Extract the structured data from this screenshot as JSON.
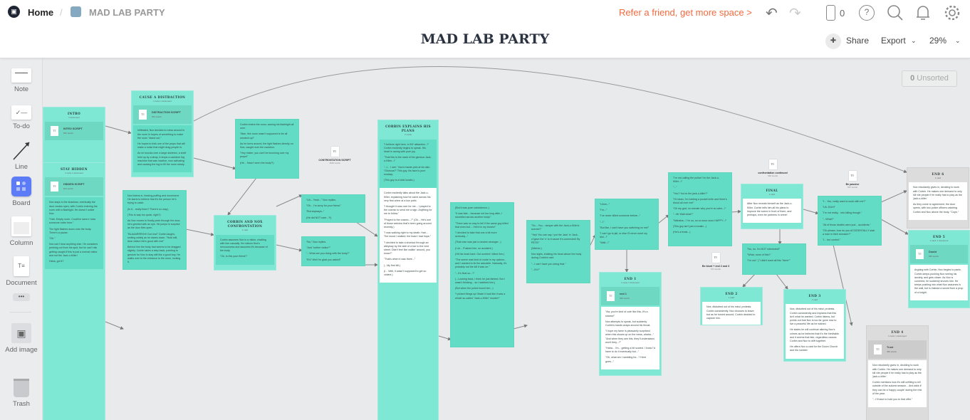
{
  "header": {
    "home": "Home",
    "separator": "/",
    "board": "MAD LAB PARTY",
    "title": "MAD LAB PARTY",
    "refer": "Refer a friend, get more space >",
    "device_count": "0",
    "share": "Share",
    "export": "Export",
    "zoom": "29%"
  },
  "sidebar": [
    {
      "label": "Note",
      "icon": "note-icon"
    },
    {
      "label": "To-do",
      "icon": "todo-icon"
    },
    {
      "label": "Line",
      "icon": "line-icon"
    },
    {
      "label": "Board",
      "icon": "board-icon"
    },
    {
      "label": "Column",
      "icon": "column-icon"
    },
    {
      "label": "Document",
      "icon": "document-icon"
    },
    {
      "label": "Add image",
      "icon": "image-icon"
    },
    {
      "label": "Trash",
      "icon": "trash-icon"
    }
  ],
  "unsorted": {
    "count": "0",
    "label": "Unsorted"
  },
  "colors": {
    "column": "#7ee8d5",
    "note": "#62dcc4",
    "accent": "#f26a3d",
    "board": "#5b7cf6"
  },
  "cards": [
    {
      "id": "intro",
      "type": "col",
      "title": "INTRO",
      "sub": "1 document",
      "doc": {
        "title": "INTRO SCRIPT",
        "meta": "832 words"
      }
    },
    {
      "id": "distraction",
      "type": "col",
      "title": "CAUSE A DISTRACTION",
      "sub": "1 card, 1 document",
      "doc": {
        "title": "DISTRACTION SCRIPT",
        "meta": "622 words"
      },
      "notes": [
        [
          "Infiltrated, Nox decides to mess around in the room in hopes of something to make the room \"stand out.\"",
          "He hopes to trick one of the props that will make a noise that might drag people in.",
          "As he knocks over a large skeleton, a shelf held up by a strap, it drops a cauldron fog machine that was inactive, now activating and causing the fog to fill the room slowly."
        ]
      ]
    },
    {
      "id": "hidden",
      "type": "col",
      "title": "STAY HIDDEN",
      "sub": "1 card, 1 document",
      "doc": {
        "title": "HIDDEN SCRIPT",
        "meta": "621 words"
      },
      "notes": [
        [
          "Nox stays in the shadows, eventually the door creaks open, with Corbin entering the room with a flashlight. He doesn't notice Nox.",
          "\"Hah. Empty room. Could've sworn I saw someone order here.\"",
          "The light flashes down onto the body. There's a pause.",
          "\"Oh.\"",
          "Nox can't hear anything else. He considers peeking out from his spot, but he can't risk getting caught if this is just a normal visitor and not the Jack-o-Killer!",
          "Haha, got it?"
        ]
      ]
    },
    {
      "id": "corbin-enters",
      "type": "note",
      "paras": [
        "Corbin enters the room, waving his flashlight all over.",
        "\"Man, this room wasn't supposed to be all smoked up!\"",
        "As he turns around, the light flashes directly on Nox, caught over the cauldron.",
        "\"Hey mister, you can't be knocking over my props!\"",
        "(He... Hasn't seen the body?!)"
      ]
    },
    {
      "id": "nox-listens",
      "type": "note",
      "paras": [
        "Nox listens in, hearing puffing and movement. He starts to believe that it's the person he's trying to catch.",
        "(Is it... really them? There's no way.)",
        "(This is way too quick, right?)",
        "As Nox moves to finally peek through the door, he's greeted with an eye. He jumps in surprise as the door flies open.",
        "\"BLAAARRRGH! Got cha!\" Corbin laughs, smiling widely as he stares down. \"Hold still, dear visitor! All is good with me!\"",
        "Behind him the body had seems to be dragged slightly. Corbin takes a step back, pointing to gesture for Nox to stay still like a good boy. He walks over to the entrance to the room, locking it."
      ]
    },
    {
      "id": "confrontation",
      "type": "col",
      "title": "CORBIN AND NOX CONFRONTATION",
      "sub": "1 card",
      "notes": [
        [
          "Corbin assumes Nox is a visitor, chatting with him casually. He notices Nox's nervousness and assumes it's because of the body.",
          "\"Oh, is this your friend?\""
        ]
      ],
      "dark": true
    },
    {
      "id": "uh-yeah",
      "type": "note",
      "paras": [
        "\"Uh... Yeah...\" Nox replies.",
        "\"Oh... I'm sorry for your friend.\"",
        "\"But anyways--\"",
        "(He did NOT care...?!)"
      ]
    },
    {
      "id": "no",
      "type": "note",
      "paras": [
        "\"No,\" Nox replies.",
        "\"Just \"nother visitor?\"",
        "\"...What are you doing with the body?\"",
        "\"Eh? Well I'm glad you asked!\""
      ]
    },
    {
      "id": "plans",
      "type": "col",
      "title": "CORBIN EXPLAINS HIS PLANS",
      "sub": "2 cards",
      "notes": [
        [
          "\"I believe right here, in MY attraction...!\" Corbin excitedly begins to speak. His heart is racing with pure joy.",
          "\"That this is the mark of the glorious Jack-o-Killer...!\"",
          "\"...I... I see.\" Nox's hands pick at his skin. \"Glorious?\" This guy, his face is pure ecstasy.",
          "(This guy is a total lunatic.)"
        ],
        [
          "Corbin excitedly talks about the Jack-o-Killer, explaining how he came across his very first crime at a low point.",
          "\"I thought it was over for me... I prayed to the cosmic to send me a sign. Anything for me to follow.\"",
          "\"Prayed to the cosmic...?\" (Oh... He's one of those weirdos that's been going around recently.)",
          "\"I was walking right to my death. Hah... The mood I walked, the least I had hope.\"",
          "\"I decided to take a shortcut through an alleyway by the side of a bar to the next street. Didn't feel like walkin' around, you know?\"",
          "\"That's when it was there...\"",
          "(...My first kill.)",
          "(I... Well, it wasn't supposed to get so violent.)"
        ]
      ]
    },
    {
      "id": "coincidence",
      "type": "note",
      "paras": [
        "(But it was pure coincidence..)",
        "\"It was fate... because not too long after, I stumbled across another body!\"",
        "\"There was no way to tell if the same guy killed that even but... I felt it in my bones!\"",
        "\"I decided to take that one a bit more seriously...\"",
        "(That man was just a random stranger...)",
        "(I uh... Pushed him, on accident.)",
        "(Hit his head hard. Got worried I killed him.)",
        "\"The scene was kind of crude in my opinion... and I wanted to fix the adorable. Naturally, it's probably not the kill it was on.\"",
        "\"...It's final so...?\"",
        "(...Looking back, I think he just fainted. But I wasn't thinking... so I stabbed him.)",
        "(But when the police found him...)",
        "\"I picked things up! Made it look like it was a whole so-called \"Jack-o-Killer\" murder!\""
      ]
    },
    {
      "id": "so-you",
      "type": "note",
      "paras": [
        "\"So... You... tamper with the Jack-o-Killer's scenes?\"",
        "\"Yep! You can say I put the Jack' in 'Jack-o'!gave the 'o' to it cause it's connected! By PETE!\"",
        "(Weirdo.)",
        "Nox sighs, shaking his head above the body during Corbin's rant.",
        "\"...I can't have you doing that.\"",
        "\"...Eh?\""
      ]
    },
    {
      "id": "umm",
      "type": "note",
      "paras": [
        "\"Umm...\"",
        "\"I'm...\"",
        "\"I've never killed someone before...\"",
        "\"...I\"",
        "\"But like, I can't have you switching on me!\"",
        "\"I can't go to jail, or else I'll never meet my idol...!\"",
        "\"Wait...!\""
      ]
    },
    {
      "id": "police",
      "type": "note",
      "paras": [
        "\"I'm not calling the police! I'm the Jack-o-Killer...!\"",
        "\"...\"",
        "\"You? You're the jack-o-killer?\"",
        "\"Hi mean, I'm holding a pocket knife and there's blood all over me!\"",
        "\"Oh my god, no wonder why you're so calm...!\"",
        "\"...Mr Wait what?\"",
        "\"Wahaha...! I'm so, so so sooo sooo HAPPY...!\"",
        "(This guy isn't just a lunatic...)",
        "(He's a freak...)"
      ]
    },
    {
      "id": "final",
      "type": "col",
      "title": "FINAL",
      "sub": "1 card",
      "notes": [
        [
          "After Nox reveals himself as the Jack-o-Killer, Corbin tells him all his plans to improve the scene in front of them, and perhaps, even be partners in crime!"
        ]
      ],
      "white": true
    },
    {
      "id": "not-interested",
      "type": "note",
      "paras": [
        "\"No, no. I'm NOT interested!\"",
        "\"What, none of this?\"",
        "\"I'm out.\" (\"I didn't want all this \"fame\"\""
      ]
    },
    {
      "id": "end1",
      "type": "col",
      "title": "END 1",
      "sub": "1 card, 1 document",
      "doc": {
        "title": "end 1",
        "meta": "925 words"
      },
      "notes": [
        [
          "\"Aw, you're kind of cute like this. It's a shame!\"",
          "Nox attempts to speak, but suddenly Corbin's hands wraps around his throat.",
          "\"I hope my fame is pleasantly surprised when this shows up on the news, ahaha...\" \"And when they see this, they'll understand, won't they...?\"",
          "\"Haha... I'm... getting a bit scared. I know I'd have to do it eventually but...\"",
          "\"Oh, what am I rambling for...? Here goes...\""
        ]
      ],
      "white": true
    },
    {
      "id": "end2",
      "type": "col",
      "title": "END 2",
      "sub": "1 card",
      "notes": [
        [
          "Nox, disturbed out of his mind, protests. Corbin consistently. Nox chooses to leave, but as he turned around, Corbin decided to capture him."
        ]
      ],
      "white": true
    },
    {
      "id": "end3",
      "type": "col",
      "title": "END 3",
      "sub": "1 card",
      "notes": [
        [
          "Nox, disturbed out of his mind, protests. Corbin consistently and explains that this isn't what he wanted. Corbin listens, but points out that Nox is too far gone now to live a peaceful life as he wished.",
          "He states he will continue altering Nox's crimes as he believes that it's the inevitable and it seems that fate, regardless causes Corbin and Nox to drift together.",
          "He offers Nox a card for the Doom Church and his number"
        ]
      ],
      "white": true
    },
    {
      "id": "work-with-me",
      "type": "note",
      "paras": [
        "\"I... You, really want to work with me?\"",
        "\"Uh, DUH!\"",
        "\"I'm not really... into killing though.\"",
        "\"...What?\"",
        "\"All of those deaths were just... accidents.\"",
        "\"Oh please, how do you ACCIDENTALLY stab a man in their stomach?\"",
        "\"I... but control.\""
      ]
    },
    {
      "id": "end6",
      "type": "col",
      "title": "END 6",
      "sub": "1 card",
      "notes": [
        [
          "Nox reluctantly gives in, deciding to work with Corbin. He makes one demand to only kill vile people if he really has to play as the 'jack-o-killer.'",
          "As they come to agreement, the door opens, with two police officers catching Corbin and Nox above the body. \"Cops.\""
        ]
      ],
      "white": true,
      "grey": true
    },
    {
      "id": "end5",
      "type": "col",
      "title": "END 5",
      "sub": "1 card, 1 document",
      "doc": {
        "title": "Doubt",
        "meta": "583 words"
      },
      "notes": [
        [
          "Arguing with Corbin, Nox begins to panic. Corbin keeps pushing Nox seeing his anxiety, and gets closer. As Nox is cornered, he suddenly shoves him. He keeps pushing into what Nox assumes is the wall, but is instead a sword from a prop of a knight."
        ]
      ],
      "white": true
    },
    {
      "id": "end4",
      "type": "col",
      "title": "END 4",
      "sub": "1 card, 1 document",
      "doc": {
        "title": "Trust",
        "meta": "456 words"
      },
      "notes": [
        [
          "Nox reluctantly gives in, deciding to work with Corbin. He makes one demand to only kill vile people if he really has to play as the 'jack-o-killer.'",
          "Corbin mentions how it's still unfilling to kill outside of the autumn season... And asks if they can be a 'happy couple' during the rest of the year.",
          "\"...I'll have to hold you to that offer.\""
        ]
      ],
      "white": true,
      "grey": true
    }
  ],
  "docs": [
    {
      "id": "d-confront",
      "title": "CONTRONTATION SCRIPT",
      "meta": "1649 words"
    },
    {
      "id": "d-continued",
      "title": "confrontation continued",
      "meta": "662 words"
    },
    {
      "id": "d-blunt",
      "title": "Be blunt + end 2 and 3",
      "meta": "671 words"
    },
    {
      "id": "d-passive",
      "title": "Be passive",
      "meta": "567 words"
    }
  ]
}
